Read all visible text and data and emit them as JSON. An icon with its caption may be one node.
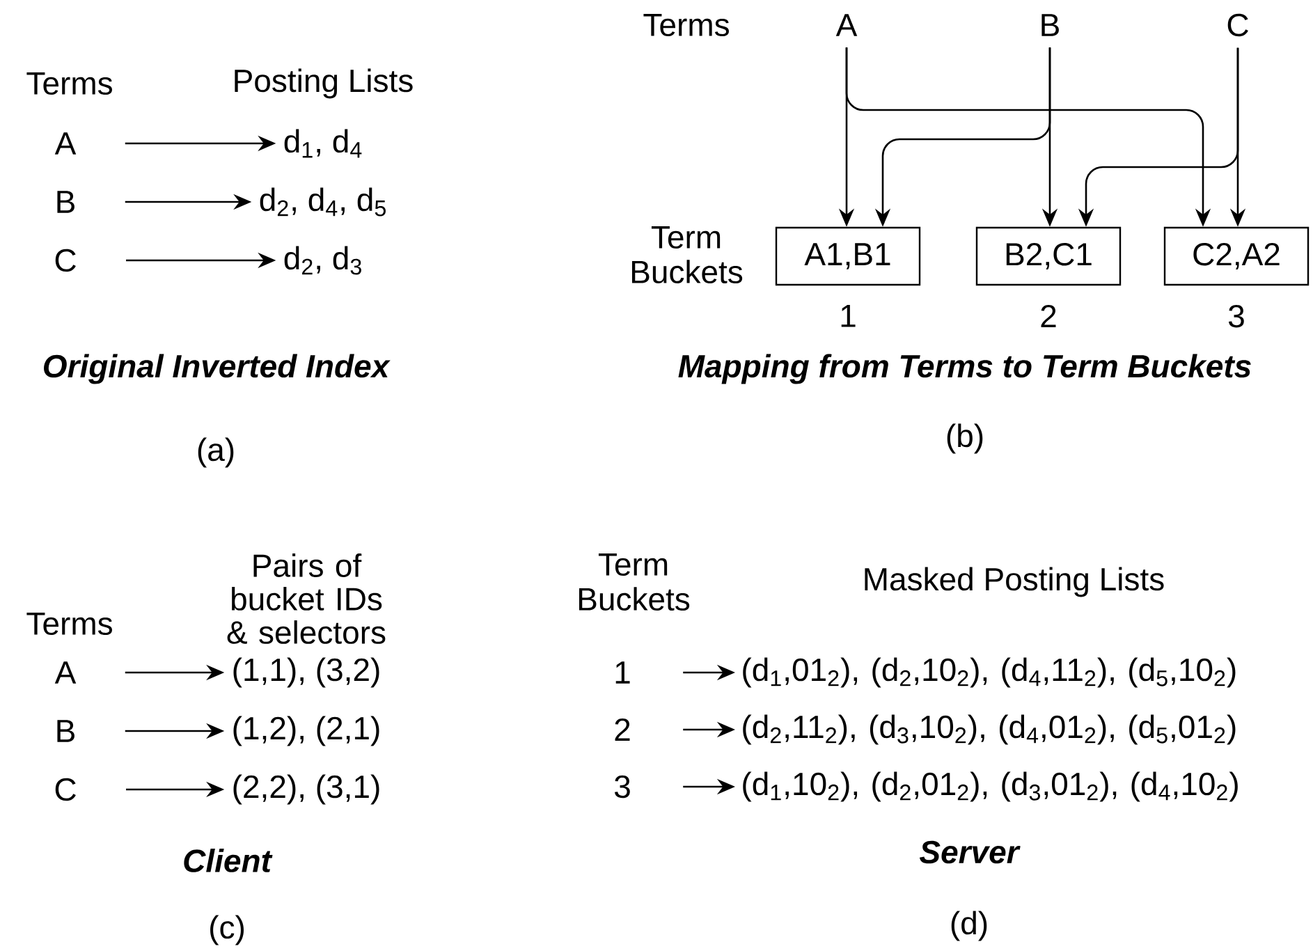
{
  "diagram": {
    "nodes": [
      {
        "text": [
          "A"
        ]
      },
      {
        "text": [
          "d$_{1}$, d$_{4}$"
        ]
      },
      {
        "text": [
          "B"
        ]
      },
      {
        "text": [
          "d$_{2}$, d$_{4}$, d$_{5}$"
        ]
      },
      {
        "text": [
          "C"
        ]
      },
      {
        "text": [
          "d$_{2}$, d$_{3}$"
        ]
      },
      {
        "text": [
          "A"
        ]
      },
      {
        "text": [
          "B"
        ]
      },
      {
        "text": [
          "C"
        ]
      },
      {
        "text": [
          "A1,B1"
        ],
        "beside": [
          "1"
        ]
      },
      {
        "text": [
          "B2,C1"
        ],
        "beside": [
          "2"
        ]
      },
      {
        "text": [
          "C2,A2"
        ],
        "beside": [
          "3"
        ]
      },
      {
        "text": [
          "A"
        ]
      },
      {
        "text": [
          "(1,1), (3,2)"
        ]
      },
      {
        "text": [
          "B"
        ]
      },
      {
        "text": [
          "(1,2), (2,1)"
        ]
      },
      {
        "text": [
          "C"
        ]
      },
      {
        "text": [
          "(2,2), (3,1)"
        ]
      },
      {
        "text": [
          "1"
        ]
      },
      {
        "text": [
          "(d$_{1}$,01$_{2}$), (d$_{2}$,10$_{2}$), (d$_{4}$,11$_{2}$), (d$_{5}$,10$_{2}$)"
        ]
      },
      {
        "text": [
          "2"
        ]
      },
      {
        "text": [
          "(d$_{2}$,11$_{2}$), (d$_{3}$,10$_{2}$), (d$_{4}$,01$_{2}$), (d$_{5}$,01$_{2}$)"
        ]
      },
      {
        "text": [
          "3"
        ]
      },
      {
        "text": [
          "(d$_{1}$,10$_{2}$), (d$_{2}$,01$_{2}$), (d$_{3}$,01$_{2}$), (d$_{4}$,10$_{2}$)"
        ]
      }
    ],
    "edges": [
      {
        "from": 0,
        "to": 1,
        "arrow": "to"
      },
      {
        "from": 2,
        "to": 3,
        "arrow": "to"
      },
      {
        "from": 4,
        "to": 5,
        "arrow": "to"
      },
      {
        "from": 6,
        "to": 9,
        "arrow": "to"
      },
      {
        "from": 6,
        "to": 11,
        "arrow": "to"
      },
      {
        "from": 7,
        "to": 9,
        "arrow": "to"
      },
      {
        "from": 7,
        "to": 10,
        "arrow": "to"
      },
      {
        "from": 8,
        "to": 10,
        "arrow": "to"
      },
      {
        "from": 8,
        "to": 11,
        "arrow": "to"
      },
      {
        "from": 12,
        "to": 13,
        "arrow": "to"
      },
      {
        "from": 14,
        "to": 15,
        "arrow": "to"
      },
      {
        "from": 16,
        "to": 17,
        "arrow": "to"
      },
      {
        "from": 18,
        "to": 19,
        "arrow": "to"
      },
      {
        "from": 20,
        "to": 21,
        "arrow": "to"
      },
      {
        "from": 22,
        "to": 23,
        "arrow": "to"
      }
    ],
    "labels": [
      "Terms",
      "Posting Lists",
      "Original Inverted Index",
      "(a)",
      "Terms",
      "Term Buckets",
      "Mapping from Terms to Term Buckets",
      "(b)",
      "Terms",
      "Pairs of bucket IDs & selectors",
      "Client",
      "(c)",
      "Term Buckets",
      "Masked Posting Lists",
      "Server",
      "(d)"
    ]
  }
}
